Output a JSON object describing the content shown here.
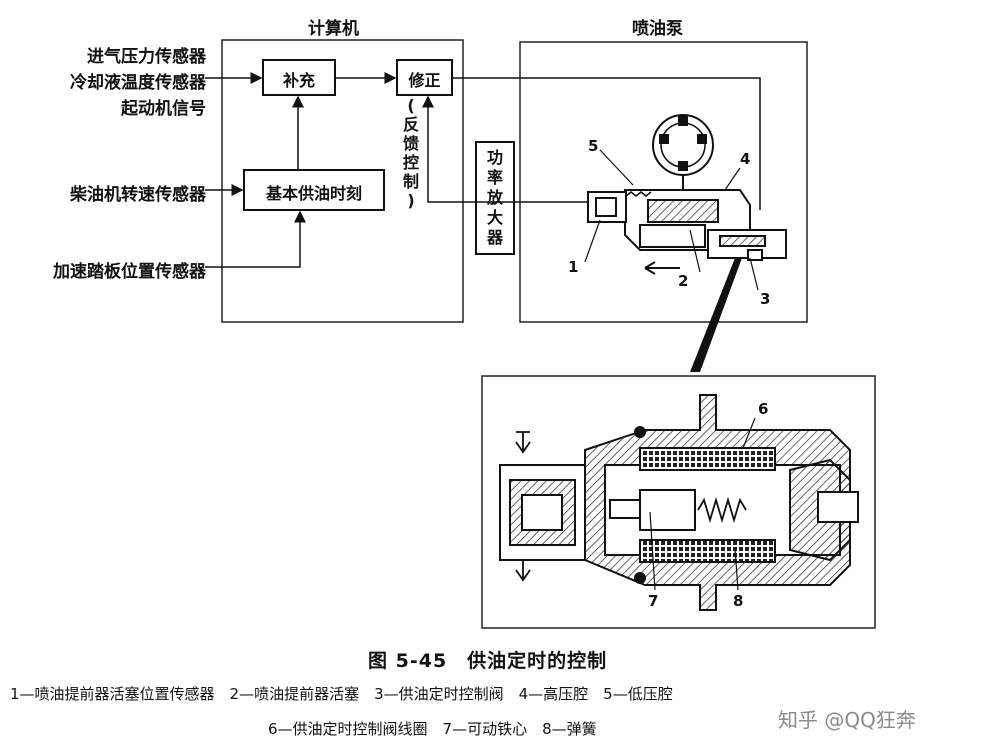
{
  "sections": {
    "computer": "计算机",
    "pump": "喷油泵"
  },
  "inputs": {
    "intake_pressure": "进气压力传感器",
    "coolant_temp": "冷却液温度传感器",
    "starter_signal": "起动机信号",
    "engine_speed": "柴油机转速传感器",
    "pedal_position": "加速踏板位置传感器"
  },
  "blocks": {
    "supplement": "补充",
    "correction": "修正",
    "basic_timing": "基本供油时刻",
    "feedback": [
      "(",
      "反",
      "馈",
      "控",
      "制",
      ")"
    ],
    "amplifier": [
      "功",
      "率",
      "放",
      "大",
      "器"
    ]
  },
  "part_numbers": [
    "1",
    "2",
    "3",
    "4",
    "5",
    "6",
    "7",
    "8"
  ],
  "caption": "图 5-45　供油定时的控制",
  "legend": {
    "line1": "1—喷油提前器活塞位置传感器　2—喷油提前器活塞　3—供油定时控制阀　4—高压腔　5—低压腔",
    "line2": "6—供油定时控制阀线圈　7—可动铁心　8—弹簧"
  },
  "watermark": "知乎 @QQ狂奔"
}
